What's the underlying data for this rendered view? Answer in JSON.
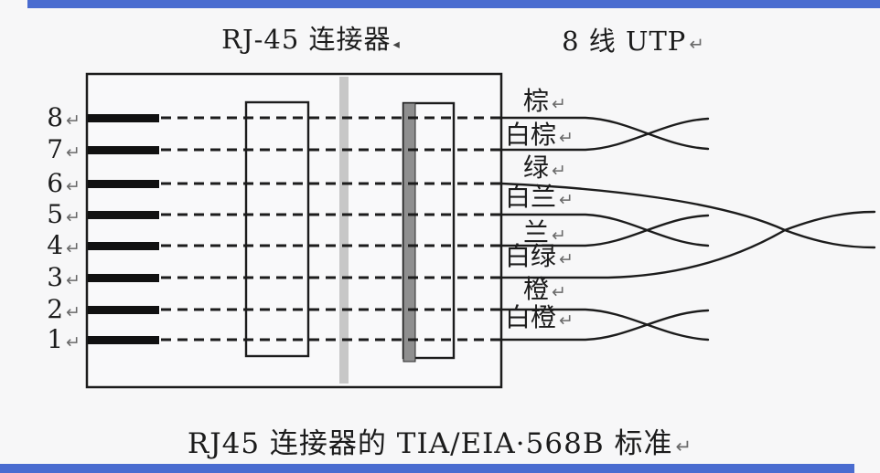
{
  "titles": {
    "connector_title": "RJ-45 连接器",
    "connector_title_mark": "◂",
    "cable_title": "8 线 UTP",
    "cable_title_mark": "↵",
    "caption": "RJ45 连接器的 TIA/EIA·568B 标准",
    "caption_mark": "↵"
  },
  "connector": {
    "paragraph_mark": "↵",
    "pins": [
      {
        "number": "8",
        "wire_color": "棕"
      },
      {
        "number": "7",
        "wire_color": "白棕"
      },
      {
        "number": "6",
        "wire_color": "绿"
      },
      {
        "number": "5",
        "wire_color": "白兰"
      },
      {
        "number": "4",
        "wire_color": "兰"
      },
      {
        "number": "3",
        "wire_color": "白绿"
      },
      {
        "number": "2",
        "wire_color": "橙"
      },
      {
        "number": "1",
        "wire_color": "白橙"
      }
    ],
    "standard": "TIA/EIA 568B",
    "twisted_pairs": [
      {
        "pins": "8-7",
        "colors": "棕 / 白棕"
      },
      {
        "pins": "6-3",
        "colors": "绿 / 白绿"
      },
      {
        "pins": "5-4",
        "colors": "白兰 / 兰"
      },
      {
        "pins": "2-1",
        "colors": "橙 / 白橙"
      }
    ]
  },
  "colors": {
    "accent_bar": "#4a6cd0",
    "line": "#1c1c1c",
    "light_gray_divider": "#c7c7c7",
    "dark_gray_contact_strip": "#8f8f8f",
    "background": "#f7f7f8"
  }
}
